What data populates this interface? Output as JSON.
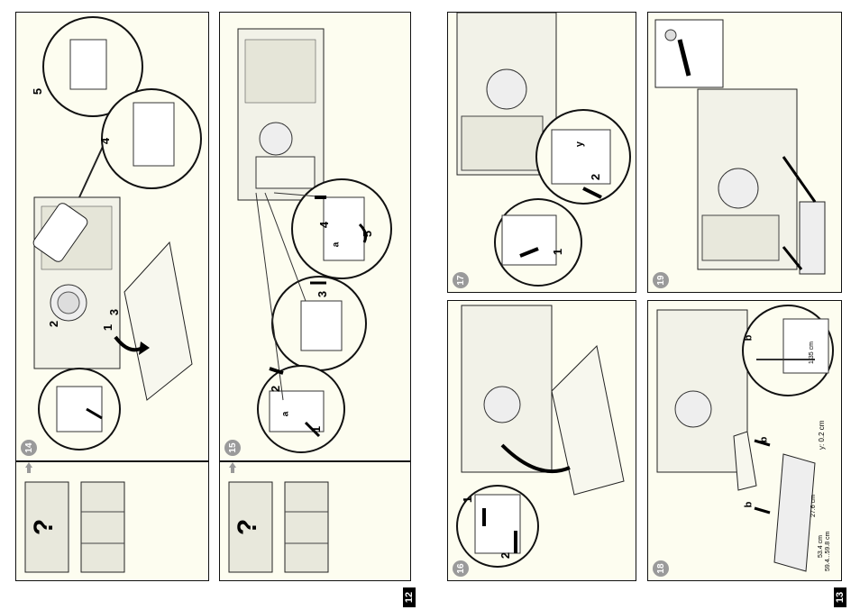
{
  "pages": [
    {
      "number": "12"
    },
    {
      "number": "13"
    }
  ],
  "steps": {
    "s14": {
      "number": "14",
      "labels": [
        "5",
        "4",
        "3",
        "2",
        "1"
      ]
    },
    "s15": {
      "number": "15",
      "labels": [
        "4",
        "5",
        "3",
        "2",
        "1",
        "a",
        "a"
      ]
    },
    "s16": {
      "number": "16",
      "labels": [
        "1",
        "2"
      ]
    },
    "s17": {
      "number": "17",
      "labels": [
        "y",
        "2",
        "1"
      ]
    },
    "s18": {
      "number": "18",
      "labels": [
        "b",
        "b",
        "b"
      ],
      "dimensions": [
        "1.35 cm",
        "y: 0.2 cm",
        "27.6 cm",
        "53.4 cm",
        "59.4...59.8 cm"
      ]
    },
    "s19": {
      "number": "19"
    }
  },
  "side_symbol": "?"
}
